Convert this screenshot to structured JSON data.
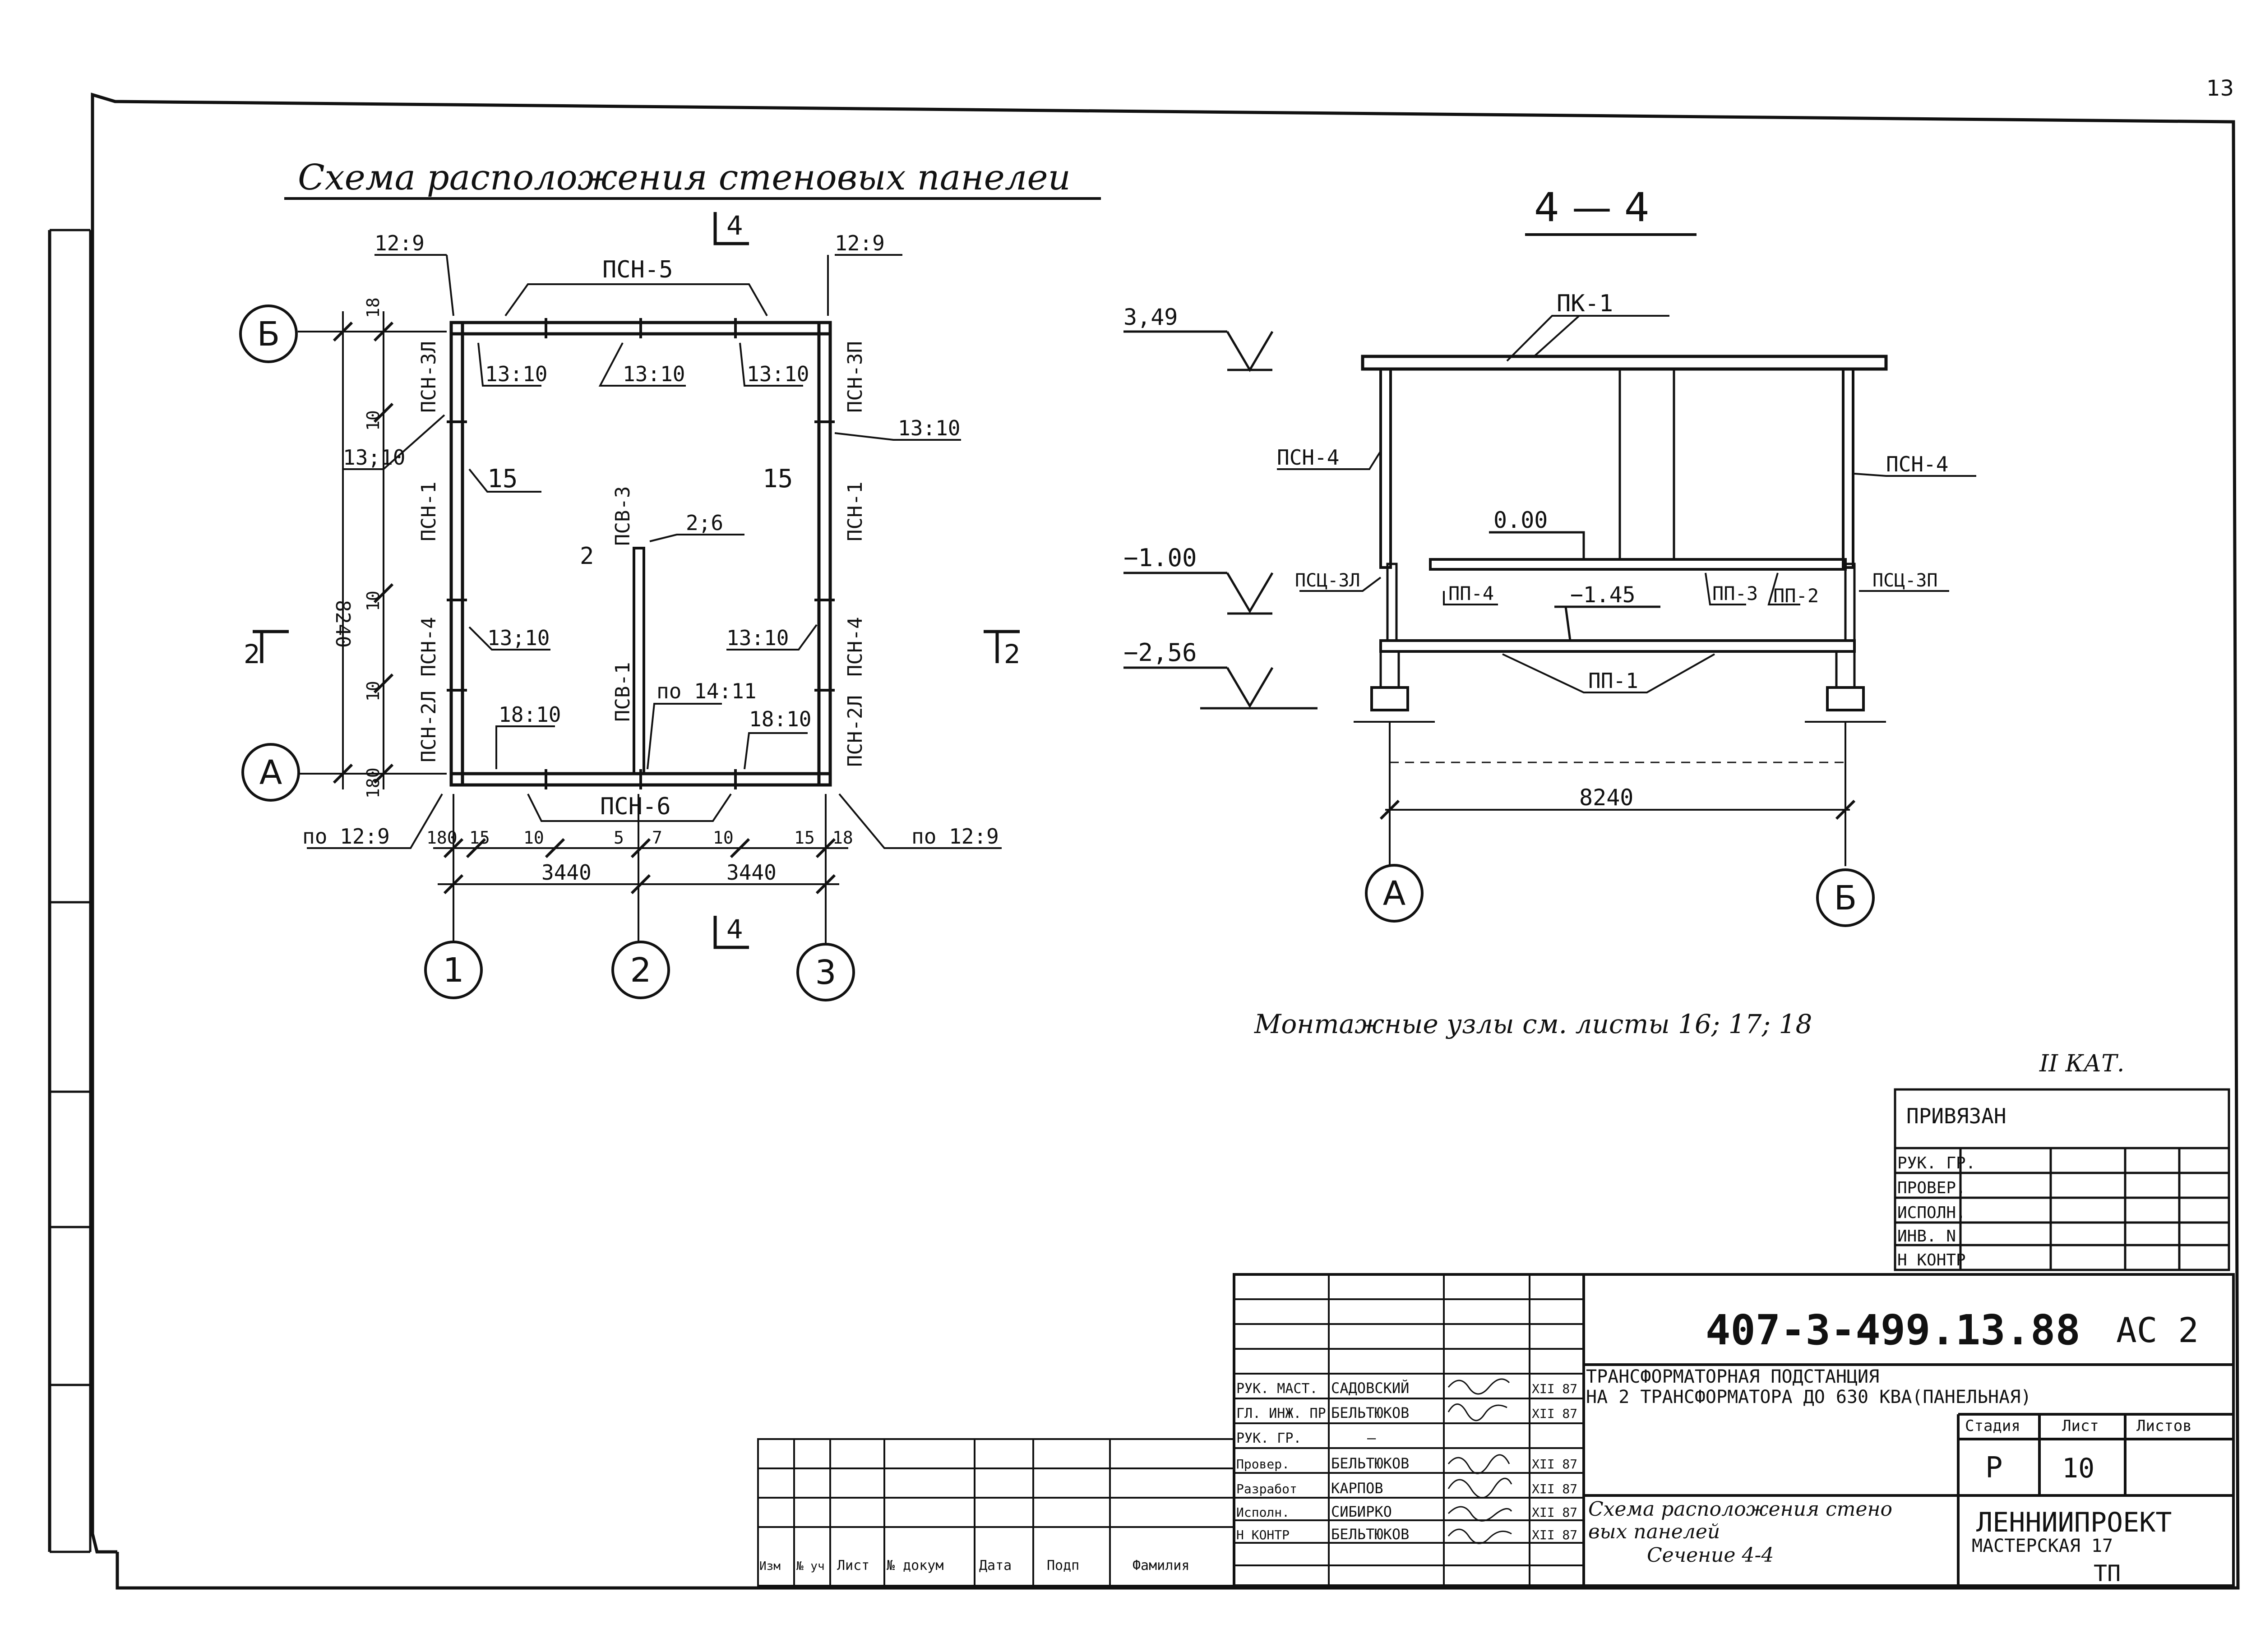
{
  "page_number": "13",
  "plan": {
    "title": "Схема расположения стеновых панелеи",
    "labels": {
      "panel_top": "ПСН-5",
      "panel_bottom": "ПСН-6",
      "corner_tl": "12:9",
      "corner_tr": "12:9",
      "node_1310_a": "13:10",
      "node_1310_b": "13:10",
      "node_1310_c": "13:10",
      "node_1310_left": "13;10",
      "node_1310_right": "13:10",
      "node_1310_lm": "13;10",
      "node_1310_rm": "13:10",
      "node_15_left": "15",
      "node_15_right": "15",
      "node_26": "2;6",
      "node_2": "2",
      "node_1810_l": "18:10",
      "node_1810_r": "18:10",
      "node_1411": "по 14:11",
      "corner_bl": "по 12:9",
      "corner_br": "по 12:9",
      "psn_3l": "ПСН-3Л",
      "psn_1l": "ПСН-1",
      "psn_4l": "ПСН-4",
      "psn_2l": "ПСН-2Л",
      "psn_3p": "ПСН-3П",
      "psn_1r": "ПСН-1",
      "psn_4r": "ПСН-4",
      "psn_2r": "ПСН-2Л",
      "psv_3": "ПСВ-3",
      "psv_1": "ПСВ-1",
      "axis_b": "Б",
      "axis_a": "А",
      "axis_1": "1",
      "axis_2": "2",
      "axis_3": "3",
      "section_top": "4",
      "section_bottom": "4",
      "section_left": "2",
      "section_right": "2",
      "dim_height": "8240",
      "dim_18_top": "18",
      "dim_18_bottom": "180",
      "dim_10_a": "10",
      "dim_10_b": "10",
      "dim_10_c": "10",
      "dim_180": "180",
      "dim_15a": "15",
      "dim_10d": "10",
      "dim_5": "5",
      "dim_7": "7",
      "dim_10e": "10",
      "dim_15b": "15",
      "dim_18b": "18",
      "dim_left": "3440",
      "dim_right": "3440"
    }
  },
  "section": {
    "title": "4 — 4",
    "labels": {
      "pk1": "ПК-1",
      "elev_349": "3,49",
      "elev_000": "0.00",
      "elev_m100": "−1.00",
      "elev_m256": "−2,56",
      "elev_m145": "−1.45",
      "psn4_l": "ПСН-4",
      "psn4_r": "ПСН-4",
      "psc_3l": "ПСЦ-3Л",
      "psc_3p": "ПСЦ-3П",
      "pp4": "ПП-4",
      "pp3": "ПП-3",
      "pp2": "ПП-2",
      "pp1": "ПП-1",
      "span": "8240",
      "axis_a": "А",
      "axis_b": "Б"
    }
  },
  "note": "Монтажные узлы см. листы 16; 17; 18",
  "category": "II КАТ.",
  "privyazan": {
    "title": "ПРИВЯЗАН",
    "rows": [
      "РУК. ГР.",
      "ПРОВЕР.",
      "ИСПОЛН.",
      "ИНВ. N",
      "Н КОНТР"
    ]
  },
  "title_block": {
    "doc_code": "407-3-499.13.88",
    "sheet_code": "АС 2",
    "project_line1": "ТРАНСФОРМАТОРНАЯ ПОДСТАНЦИЯ",
    "project_line2": "НА 2 ТРАНСФОРМАТОРА ДО 630 КВА(ПАНЕЛЬНАЯ)",
    "sheet_line1": "Схема расположения стено",
    "sheet_line2": "вых панелей",
    "sheet_line3": "Сечение 4-4",
    "stage_hdr": "Стадия",
    "sheet_hdr": "Лист",
    "sheets_hdr": "Листов",
    "stage": "Р",
    "sheet": "10",
    "org_line1": "ЛЕННИИПРОЕКТ",
    "org_line2": "МАСТЕРСКАЯ 17",
    "org_line3": "ТП",
    "signers": [
      {
        "role": "РУК. МАСТ.",
        "name": "САДОВСКИЙ",
        "date": "XII 87"
      },
      {
        "role": "ГЛ. ИНЖ. ПР",
        "name": "БЕЛЬТЮКОВ",
        "date": "XII 87"
      },
      {
        "role": "РУК. ГР.",
        "name": "—",
        "date": ""
      },
      {
        "role": "Провер.",
        "name": "БЕЛЬТЮКОВ",
        "date": "XII 87"
      },
      {
        "role": "Разработ",
        "name": "КАРПОВ",
        "date": "XII 87"
      },
      {
        "role": "Исполн.",
        "name": "СИБИРКО",
        "date": "XII 87"
      },
      {
        "role": "Н КОНТР",
        "name": "БЕЛЬТЮКОВ",
        "date": "XII 87"
      }
    ],
    "rev_headers": [
      "Изм",
      "№ уч",
      "Лист",
      "№ докум",
      "Дата",
      "Подп",
      "Фамилия"
    ]
  }
}
